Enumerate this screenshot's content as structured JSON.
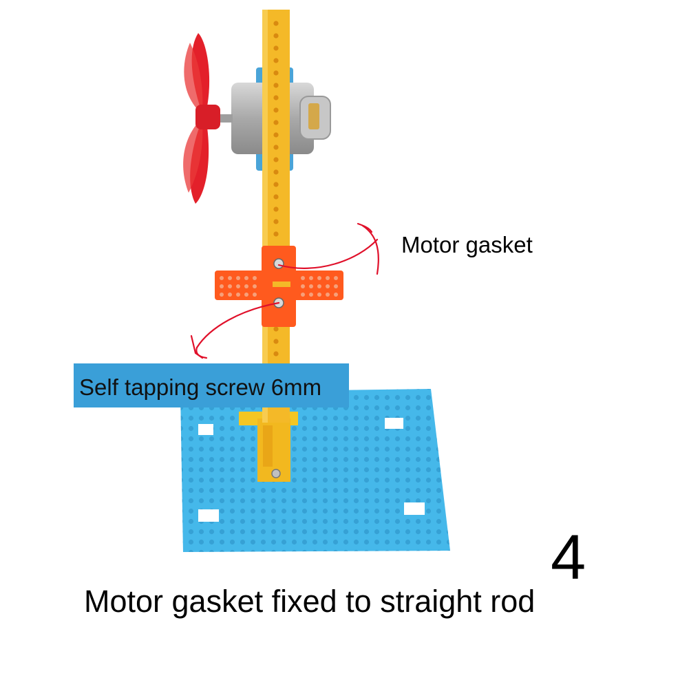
{
  "labels": {
    "motor_gasket": "Motor gasket",
    "self_tapping_screw": "Self tapping screw 6mm",
    "step_number": "4",
    "caption": "Motor gasket fixed to straight rod"
  },
  "colors": {
    "background": "#ffffff",
    "rod": "#f4b928",
    "rod_hole": "#d98a10",
    "base_plate": "#45b8ea",
    "base_plate_dots": "#2a8fc4",
    "gasket": "#ff5a1e",
    "propeller": "#e3202a",
    "motor_body": "#b7b7b7",
    "arrow": "#e0102a",
    "label_box": "#3a9fd8"
  }
}
